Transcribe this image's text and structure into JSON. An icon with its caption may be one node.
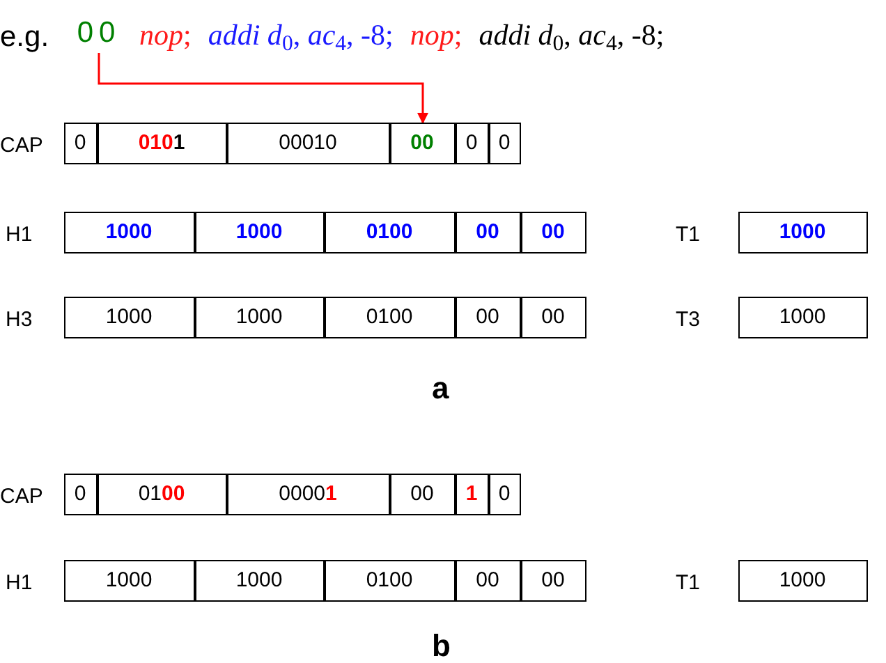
{
  "diagram": {
    "nodes": [
      {
        "text": [
          "00"
        ]
      },
      {
        "text": [
          "0"
        ]
      },
      {
        "text": [
          "0101"
        ]
      },
      {
        "text": [
          "00010"
        ]
      },
      {
        "text": [
          "00"
        ]
      },
      {
        "text": [
          "0"
        ]
      },
      {
        "text": [
          "0"
        ]
      },
      {
        "text": [
          "1000"
        ]
      },
      {
        "text": [
          "1000"
        ]
      },
      {
        "text": [
          "0100"
        ]
      },
      {
        "text": [
          "00"
        ]
      },
      {
        "text": [
          "00"
        ]
      },
      {
        "text": [
          "1000"
        ]
      },
      {
        "text": [
          "1000"
        ]
      },
      {
        "text": [
          "1000"
        ]
      },
      {
        "text": [
          "0100"
        ]
      },
      {
        "text": [
          "00"
        ]
      },
      {
        "text": [
          "00"
        ]
      },
      {
        "text": [
          "1000"
        ]
      },
      {
        "text": [
          "0"
        ]
      },
      {
        "text": [
          "0100"
        ]
      },
      {
        "text": [
          "00001"
        ]
      },
      {
        "text": [
          "00"
        ]
      },
      {
        "text": [
          "1"
        ]
      },
      {
        "text": [
          "0"
        ]
      },
      {
        "text": [
          "1000"
        ]
      },
      {
        "text": [
          "1000"
        ]
      },
      {
        "text": [
          "0100"
        ]
      },
      {
        "text": [
          "00"
        ]
      },
      {
        "text": [
          "00"
        ]
      },
      {
        "text": [
          "1000"
        ]
      }
    ],
    "edges": [
      {
        "from": 0,
        "to": 4,
        "arrow": "to",
        "color": "#ff0000"
      }
    ],
    "labels": [
      "e.g.",
      "*nop*;",
      "*addi d*$_{0}$, *ac*$_{4}$, -8;",
      "*nop*;",
      "*addi d*$_{0}$, *ac*$_{4}$, -8;",
      "CAP",
      "H1",
      "T1",
      "H3",
      "T3",
      "a",
      "CAP",
      "H1",
      "T1",
      "b"
    ]
  }
}
